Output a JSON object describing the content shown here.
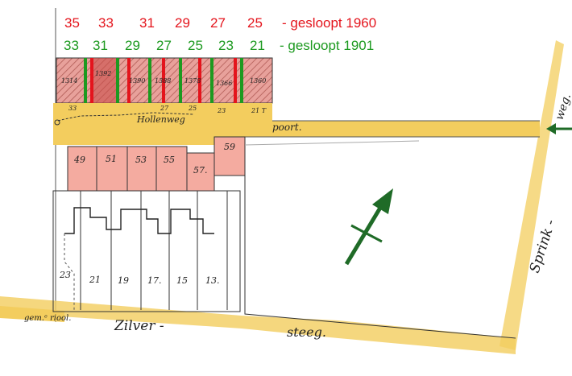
{
  "legend": {
    "red": {
      "numbers": [
        "35",
        "33",
        "31",
        "29",
        "27",
        "25"
      ],
      "label": "- gesloopt 1960",
      "color": "#e4141c"
    },
    "green": {
      "numbers": [
        "33",
        "31",
        "29",
        "27",
        "25",
        "23",
        "21"
      ],
      "label": "- gesloopt 1901",
      "color": "#1d9a20"
    }
  },
  "map": {
    "top_row_numbers": [
      "33",
      "27",
      "25",
      "23",
      "21 T"
    ],
    "street_labels": {
      "courtyard": "Hollenweg",
      "poort": "poort.",
      "zilver": "Zilver -",
      "steeg": "steeg.",
      "sprink": "Sprink -",
      "weg": "weg.",
      "gemstriool": "gem.ᵉ riool."
    },
    "middle_row_numbers": [
      "49",
      "51",
      "53",
      "55",
      "57.",
      "59"
    ],
    "bottom_row_numbers": [
      "23",
      "21",
      "19",
      "17.",
      "15",
      "13."
    ],
    "parcel_codes": [
      "1314",
      "1392",
      "1390",
      "1388",
      "1378",
      "1366",
      "1360"
    ],
    "colors": {
      "yellow": "#f3cd5e",
      "pink": "#f4aba0",
      "hatch_pink": "#e8a19b",
      "red": "#e4141c",
      "green": "#1d9a20",
      "arrow": "#1f6b27"
    },
    "icons": [
      "north-arrow-icon",
      "entrance-arrow-icon"
    ]
  }
}
